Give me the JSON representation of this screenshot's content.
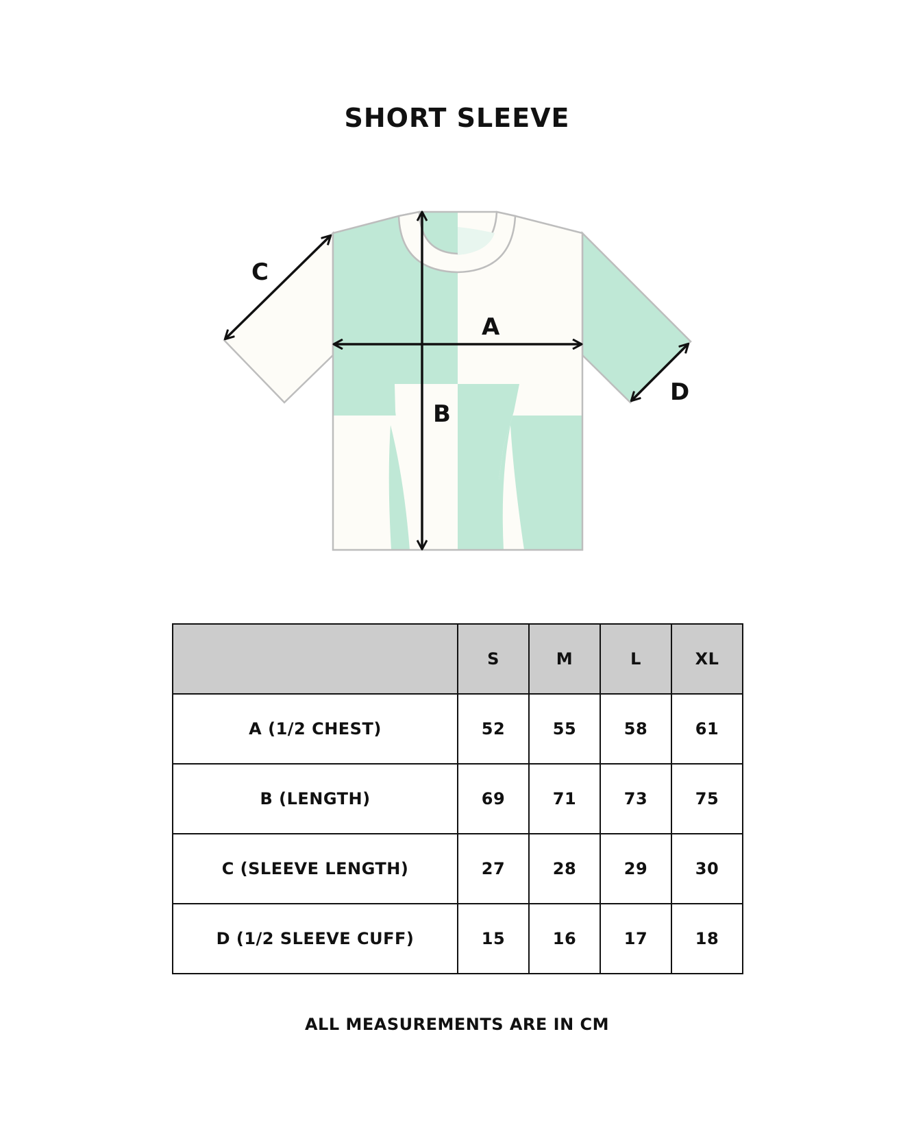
{
  "title": "SHORT SLEEVE",
  "colors": {
    "mint": "#bfe8d6",
    "cream": "#fdfcf7",
    "outline": "#bdbdbd",
    "header_bg": "#cccccc"
  },
  "diagram": {
    "labels": {
      "a": "A",
      "b": "B",
      "c": "C",
      "d": "D"
    }
  },
  "table": {
    "sizes": [
      "S",
      "M",
      "L",
      "XL"
    ],
    "rows": [
      {
        "label": "A (1/2 CHEST)",
        "values": [
          "52",
          "55",
          "58",
          "61"
        ]
      },
      {
        "label": "B (LENGTH)",
        "values": [
          "69",
          "71",
          "73",
          "75"
        ]
      },
      {
        "label": "C (SLEEVE LENGTH)",
        "values": [
          "27",
          "28",
          "29",
          "30"
        ]
      },
      {
        "label": "D (1/2 SLEEVE CUFF)",
        "values": [
          "15",
          "16",
          "17",
          "18"
        ]
      }
    ]
  },
  "footnote": "ALL MEASUREMENTS ARE IN CM"
}
